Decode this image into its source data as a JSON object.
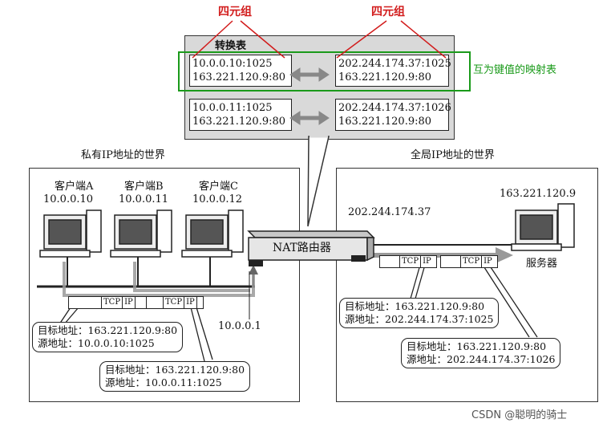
{
  "labels": {
    "four_tuple_left": "四元组",
    "four_tuple_right": "四元组",
    "table_title": "转换表",
    "mapping_note": "互为键值的映射表",
    "private_world": "私有IP地址的世界",
    "global_world": "全局IP地址的世界",
    "nat_router": "NAT路由器",
    "server": "服务器",
    "router_public_ip": "202.244.174.37",
    "router_private_ip": "10.0.0.1",
    "server_ip": "163.221.120.9"
  },
  "table_rows": [
    {
      "left": [
        "10.0.0.10:1025",
        "163.221.120.9:80"
      ],
      "right": [
        "202.244.174.37:1025",
        "163.221.120.9:80"
      ]
    },
    {
      "left": [
        "10.0.0.11:1025",
        "163.221.120.9:80"
      ],
      "right": [
        "202.244.174.37:1026",
        "163.221.120.9:80"
      ]
    }
  ],
  "clients": [
    {
      "name": "客户端A",
      "ip": "10.0.0.10"
    },
    {
      "name": "客户端B",
      "ip": "10.0.0.11"
    },
    {
      "name": "客户端C",
      "ip": "10.0.0.12"
    }
  ],
  "packet": {
    "tcp": "TCP",
    "ip": "IP"
  },
  "callouts": {
    "private1": [
      "目标地址：163.221.120.9:80",
      "源地址：10.0.0.10:1025"
    ],
    "private2": [
      "目标地址：163.221.120.9:80",
      "源地址：10.0.0.11:1025"
    ],
    "public1": [
      "目标地址：163.221.120.9:80",
      "源地址：202.244.174.37:1025"
    ],
    "public2": [
      "目标地址：163.221.120.9:80",
      "源地址：202.244.174.37:1026"
    ]
  },
  "watermark": "CSDN @聪明的骑士",
  "colors": {
    "annotation_red": "#d21c1c",
    "highlight_green": "#1a9a1a",
    "panel_gray": "#d9d9d9"
  }
}
